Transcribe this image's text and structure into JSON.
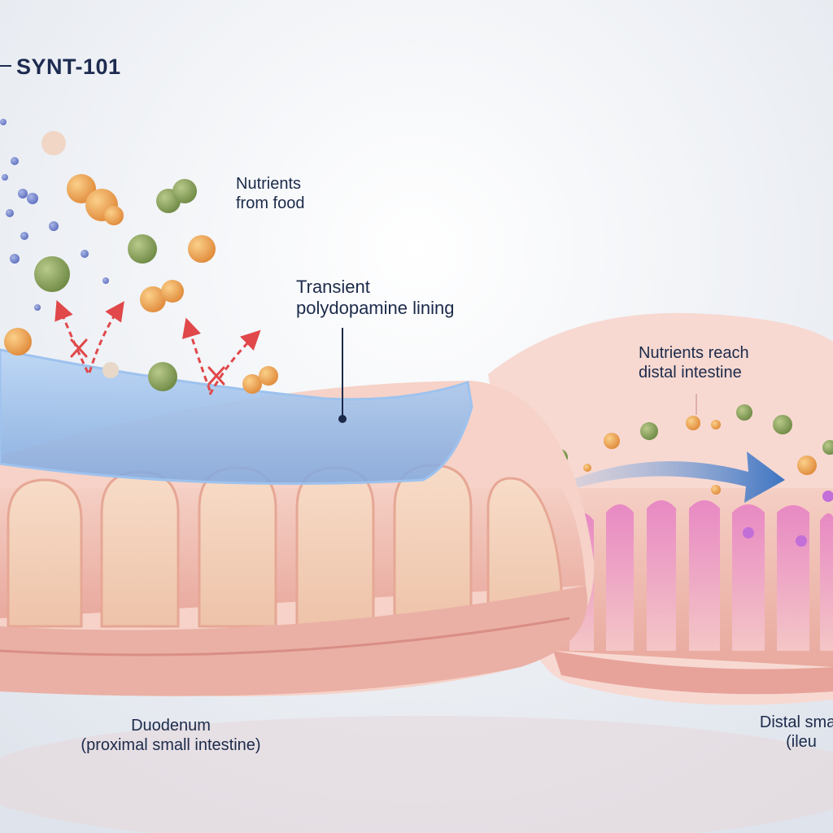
{
  "header": {
    "title": "SYNT-101"
  },
  "labels": {
    "nutrients_line1": "Nutrients",
    "nutrients_line2": "from food",
    "lining_line1": "Transient",
    "lining_line2": "polydopamine lining",
    "distal_line1": "Nutrients reach",
    "distal_line2": "distal intestine",
    "duodenum_line1": "Duodenum",
    "duodenum_line2": "(proximal small intestine)",
    "ileum_line1": "Distal small",
    "ileum_line2": "(ileu"
  },
  "colors": {
    "lining": "#8fb6e6",
    "tissue": "#f2c3b8",
    "villi_distal": "#e7a0c7",
    "arrow": "#4d7fc4",
    "blocked_arrow": "#e0484a",
    "nutrient_orange": "#f0a85a",
    "nutrient_green": "#8fa85e"
  },
  "icons": [
    "blocked-arrow-icon",
    "flow-arrow-icon"
  ]
}
